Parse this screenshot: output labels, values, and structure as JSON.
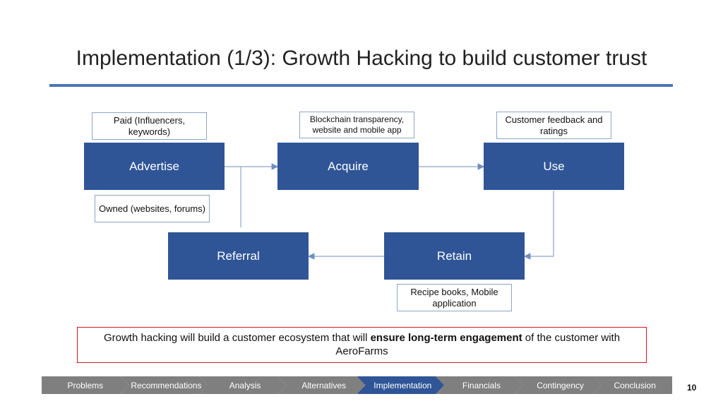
{
  "title": "Implementation (1/3): Growth Hacking to build customer trust",
  "diagram": {
    "advertise": "Advertise",
    "acquire": "Acquire",
    "use": "Use",
    "referral": "Referral",
    "retain": "Retain",
    "note_paid": "Paid (Influencers, keywords)",
    "note_owned": "Owned (websites, forums)",
    "note_blockchain": "Blockchain transparency, website and mobile app",
    "note_feedback": "Customer feedback and ratings",
    "note_recipe": "Recipe books, Mobile application"
  },
  "callout": {
    "before": "Growth hacking will build a customer ecosystem that will ",
    "bold": "ensure long-term engagement",
    "after": " of the customer with AeroFarms"
  },
  "nav": {
    "items": [
      "Problems",
      "Recommendations",
      "Analysis",
      "Alternatives",
      "Implementation",
      "Financials",
      "Contingency",
      "Conclusion"
    ],
    "active_index": 4,
    "colors": {
      "inactive": "#7f7f7f",
      "active": "#2f5597"
    }
  },
  "page_number": "10"
}
